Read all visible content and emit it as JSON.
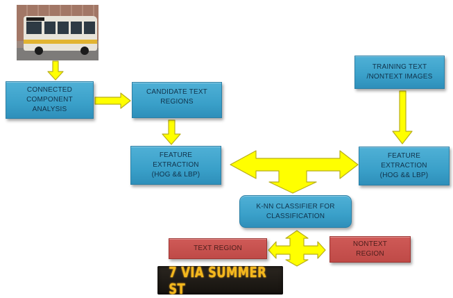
{
  "nodes": {
    "connected_component": "CONNECTED\nCOMPONENT\nANALYSIS",
    "candidate_text_regions": "CANDIDATE TEXT\nREGIONS",
    "feature_extraction_left": "FEATURE\nEXTRACTION\n(HOG && LBP)",
    "training_images": "TRAINING TEXT\n/NONTEXT IMAGES",
    "feature_extraction_right": "FEATURE\nEXTRACTION\n(HOG && LBP)",
    "knn_classifier": "K-NN CLASSIFIER FOR\nCLASSIFICATION",
    "text_region": "TEXT REGION",
    "nontext_region": "NONTEXT\nREGION"
  },
  "photos": {
    "input_image": "city-bus-photo",
    "output_sign_text": "7 VIA SUMMER ST"
  },
  "colors": {
    "process_box": "#3aa0c9",
    "result_box": "#c24f4c",
    "arrow_fill": "#ffff00",
    "arrow_stroke": "#b8ad1a",
    "led_text": "#f4b81c"
  }
}
